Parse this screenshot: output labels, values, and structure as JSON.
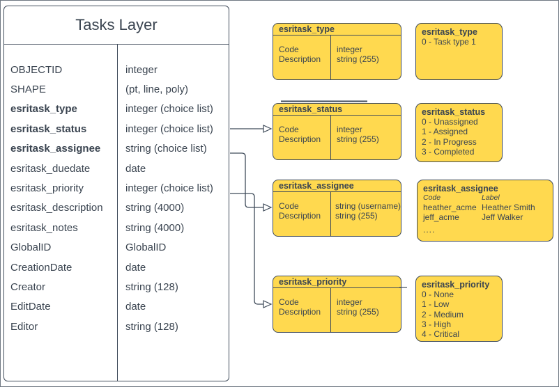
{
  "tasks": {
    "title": "Tasks Layer",
    "fields": [
      {
        "name": "OBJECTID",
        "type": "integer"
      },
      {
        "name": "SHAPE",
        "type": "(pt, line, poly)"
      },
      {
        "name": "esritask_type",
        "type": "integer (choice list)"
      },
      {
        "name": "esritask_status",
        "type": "integer (choice list)"
      },
      {
        "name": "esritask_assignee",
        "type": "string (choice list)"
      },
      {
        "name": "esritask_duedate",
        "type": "date"
      },
      {
        "name": "esritask_priority",
        "type": "integer (choice list)"
      },
      {
        "name": "esritask_description",
        "type": "string (4000)"
      },
      {
        "name": "esritask_notes",
        "type": "string (4000)"
      },
      {
        "name": "GlobalID",
        "type": "GlobalID"
      },
      {
        "name": "CreationDate",
        "type": "date"
      },
      {
        "name": "Creator",
        "type": "string (128)"
      },
      {
        "name": "EditDate",
        "type": "date"
      },
      {
        "name": "Editor",
        "type": "string (128)"
      }
    ]
  },
  "tables": [
    {
      "title": "esritask_type",
      "rows": [
        {
          "f": "Code",
          "t": "integer"
        },
        {
          "f": "Description",
          "t": "string (255)"
        }
      ]
    },
    {
      "title": "esritask_status",
      "rows": [
        {
          "f": "Code",
          "t": "integer"
        },
        {
          "f": "Description",
          "t": "string (255)"
        }
      ]
    },
    {
      "title": "esritask_assignee",
      "rows": [
        {
          "f": "Code",
          "t": "string (username)"
        },
        {
          "f": "Description",
          "t": "string (255)"
        }
      ]
    },
    {
      "title": "esritask_priority",
      "rows": [
        {
          "f": "Code",
          "t": "integer"
        },
        {
          "f": "Description",
          "t": "string (255)"
        }
      ]
    }
  ],
  "values": [
    {
      "title": "esritask_type",
      "items": [
        "0 - Task type 1"
      ]
    },
    {
      "title": "esritask_status",
      "items": [
        "0 - Unassigned",
        "1 - Assigned",
        "2 - In Progress",
        "3 - Completed"
      ]
    },
    {
      "title": "esritask_assignee",
      "code_header": "Code",
      "label_header": "Label",
      "entries": [
        {
          "code": "heather_acme",
          "label": "Heather Smith"
        },
        {
          "code": "jeff_acme",
          "label": "Jeff Walker"
        }
      ],
      "ellipsis": "...."
    },
    {
      "title": "esritask_priority",
      "items": [
        "0 - None",
        "1 - Low",
        "2 - Medium",
        "3 - High",
        "4 - Critical"
      ]
    }
  ],
  "colors": {
    "table_fill": "#FFD94F",
    "stroke": "#3E4A59",
    "text": "#3A4450"
  }
}
